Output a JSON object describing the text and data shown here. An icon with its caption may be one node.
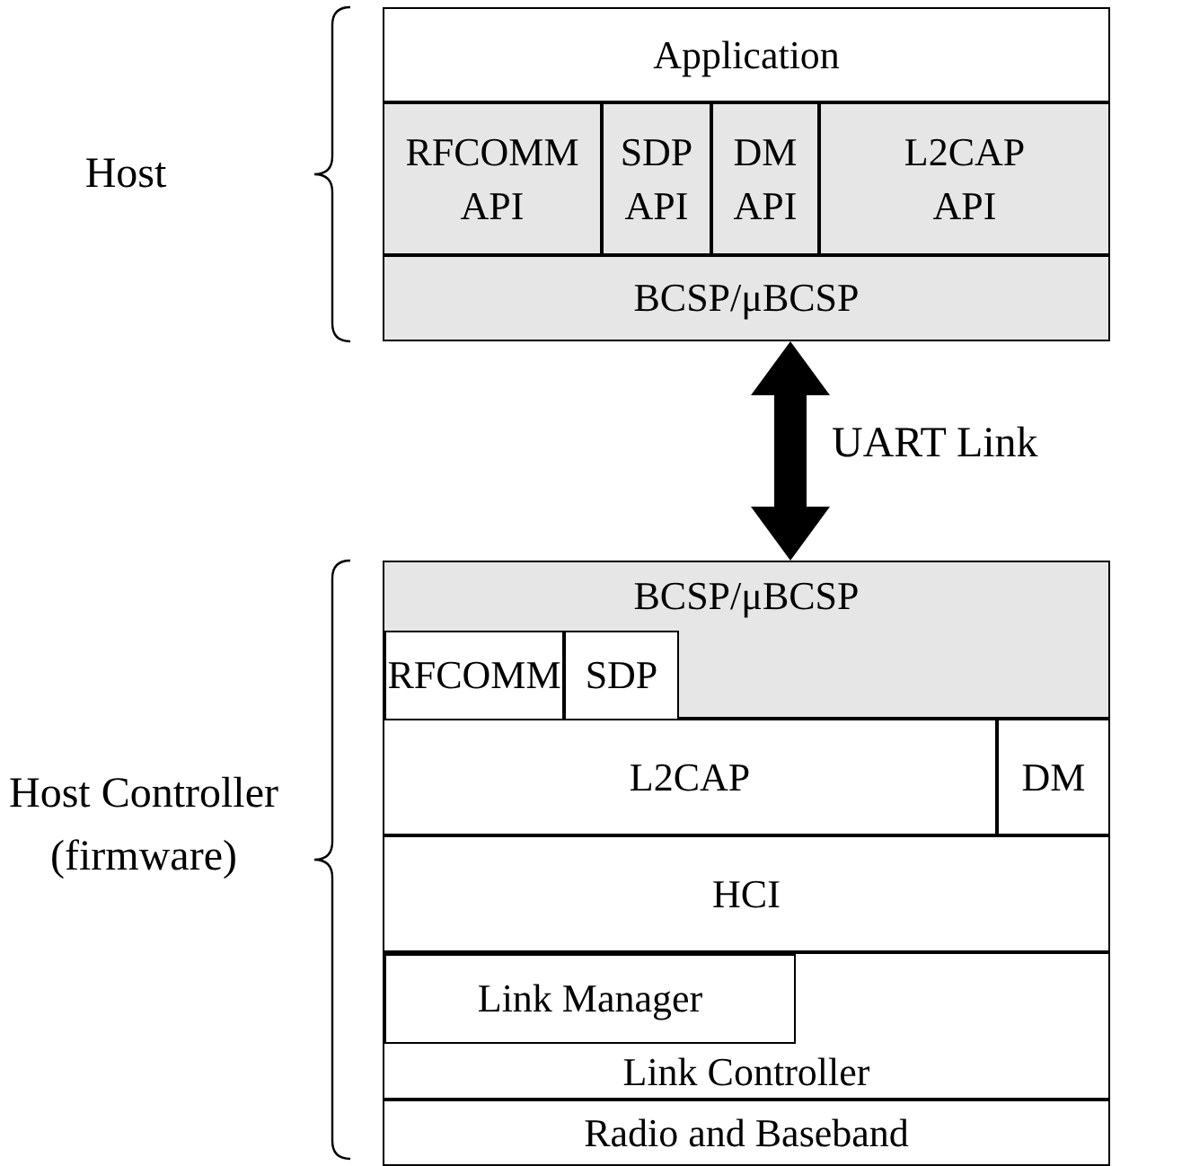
{
  "diagram": {
    "nodes": [
      {
        "text": [
          "Application"
        ]
      },
      {
        "text": [
          "RFCOMM API"
        ]
      },
      {
        "text": [
          "SDP API"
        ]
      },
      {
        "text": [
          "DM API"
        ]
      },
      {
        "text": [
          "L2CAP API"
        ]
      },
      {
        "text": [
          "BCSP/μBCSP"
        ]
      },
      {
        "text": [
          "BCSP/μBCSP"
        ]
      },
      {
        "text": [
          "RFCOMM"
        ],
        "in": 6
      },
      {
        "text": [
          "SDP"
        ],
        "in": 6
      },
      {
        "text": [
          "L2CAP"
        ]
      },
      {
        "text": [
          "DM"
        ]
      },
      {
        "text": [
          "HCI"
        ]
      },
      {
        "text": [
          "Link Controller"
        ]
      },
      {
        "text": [
          "Link Manager"
        ],
        "in": 12
      },
      {
        "text": [
          "Radio and Baseband"
        ]
      }
    ],
    "edges": [
      {
        "from": 5,
        "to": 6,
        "arrow": "both",
        "label": "UART Link"
      }
    ],
    "labels": [
      "Host",
      "Host Controller (firmware)"
    ]
  }
}
